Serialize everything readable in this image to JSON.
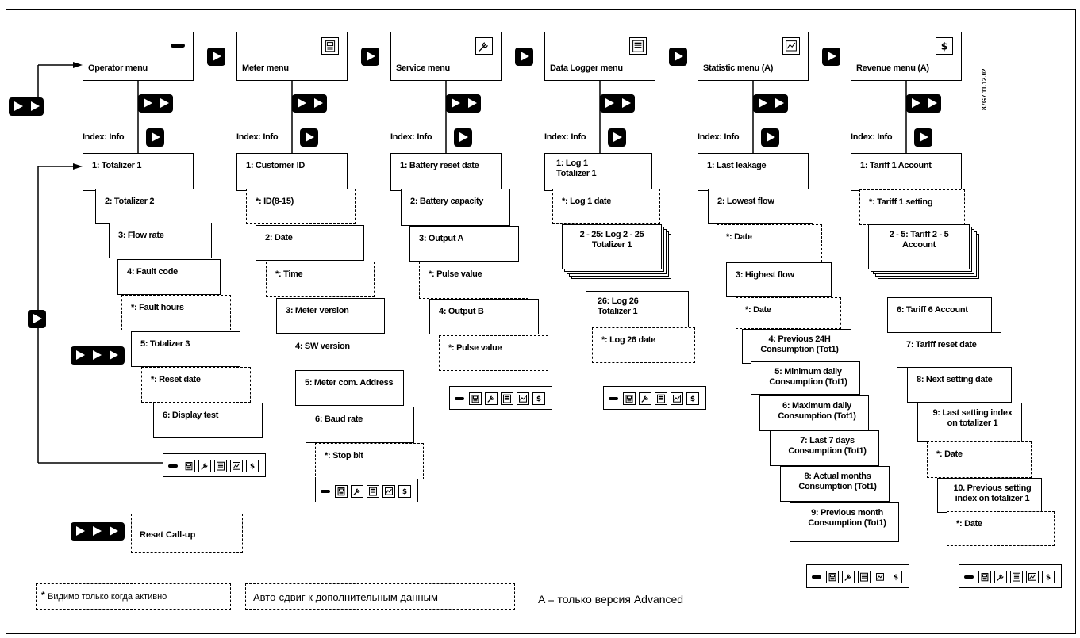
{
  "doc_code": "87G7.11.12.02",
  "menus": [
    {
      "title": "Operator menu",
      "icon": "battery-level-icon",
      "index_label": "Index: Info",
      "items": [
        {
          "text": "1: Totalizer 1",
          "style": "solid"
        },
        {
          "text": "2: Totalizer 2",
          "style": "solid"
        },
        {
          "text": "3: Flow rate",
          "style": "solid"
        },
        {
          "text": "4: Fault code",
          "style": "solid"
        },
        {
          "text": "*: Fault hours",
          "style": "dashed"
        },
        {
          "text": "5: Totalizer 3",
          "style": "solid"
        },
        {
          "text": "*: Reset date",
          "style": "dashed"
        },
        {
          "text": "6: Display test",
          "style": "solid"
        }
      ]
    },
    {
      "title": "Meter menu",
      "icon": "meter-icon",
      "index_label": "Index: Info",
      "items": [
        {
          "text": "1: Customer ID",
          "style": "solid"
        },
        {
          "text": "*: ID(8-15)",
          "style": "dashed"
        },
        {
          "text": "2: Date",
          "style": "solid"
        },
        {
          "text": "*: Time",
          "style": "dashed"
        },
        {
          "text": "3: Meter version",
          "style": "solid"
        },
        {
          "text": "4: SW version",
          "style": "solid"
        },
        {
          "text": "5: Meter com. Address",
          "style": "solid"
        },
        {
          "text": "6: Baud rate",
          "style": "solid"
        },
        {
          "text": "*: Stop bit",
          "style": "dashed"
        }
      ]
    },
    {
      "title": "Service menu",
      "icon": "wrench-icon",
      "index_label": "Index: Info",
      "items": [
        {
          "text": "1: Battery reset date",
          "style": "solid"
        },
        {
          "text": "2: Battery capacity",
          "style": "solid"
        },
        {
          "text": "3: Output A",
          "style": "solid"
        },
        {
          "text": "*: Pulse value",
          "style": "dashed"
        },
        {
          "text": "4: Output B",
          "style": "solid"
        },
        {
          "text": "*: Pulse value",
          "style": "dashed"
        }
      ]
    },
    {
      "title": "Data Logger menu",
      "icon": "logger-icon",
      "index_label": "Index: Info",
      "items": [
        {
          "text": "1: Log 1\nTotalizer 1",
          "style": "solid"
        },
        {
          "text": "*: Log 1 date",
          "style": "dashed"
        },
        {
          "text": "2 - 25: Log 2 - 25\nTotalizer 1",
          "style": "stack"
        },
        {
          "text": "26: Log 26\nTotalizer 1",
          "style": "solid"
        },
        {
          "text": "*: Log 26 date",
          "style": "dashed"
        }
      ]
    },
    {
      "title": "Statistic menu (A)",
      "icon": "statistic-chart-icon",
      "index_label": "Index: Info",
      "items": [
        {
          "text": "1: Last leakage",
          "style": "solid"
        },
        {
          "text": "2: Lowest flow",
          "style": "solid"
        },
        {
          "text": "*: Date",
          "style": "dashed"
        },
        {
          "text": "3: Highest flow",
          "style": "solid"
        },
        {
          "text": "*: Date",
          "style": "dashed"
        },
        {
          "text": "4: Previous 24H\nConsumption (Tot1)",
          "style": "solid"
        },
        {
          "text": "5: Minimum daily\nConsumption (Tot1)",
          "style": "solid"
        },
        {
          "text": "6: Maximum daily\nConsumption (Tot1)",
          "style": "solid"
        },
        {
          "text": "7: Last 7 days\nConsumption (Tot1)",
          "style": "solid"
        },
        {
          "text": "8: Actual months\nConsumption (Tot1)",
          "style": "solid"
        },
        {
          "text": "9: Previous month\nConsumption (Tot1)",
          "style": "solid"
        }
      ]
    },
    {
      "title": "Revenue menu (A)",
      "icon": "dollar-icon",
      "index_label": "Index: Info",
      "items": [
        {
          "text": "1: Tariff 1 Account",
          "style": "solid"
        },
        {
          "text": "*: Tariff 1 setting",
          "style": "dashed"
        },
        {
          "text": "2 - 5: Tariff 2 - 5\nAccount",
          "style": "stack"
        },
        {
          "text": "6: Tariff 6 Account",
          "style": "solid"
        },
        {
          "text": "7: Tariff reset date",
          "style": "solid"
        },
        {
          "text": "8: Next setting date",
          "style": "solid"
        },
        {
          "text": "9: Last setting index\non totalizer 1",
          "style": "solid"
        },
        {
          "text": "*: Date",
          "style": "dashed"
        },
        {
          "text": "10. Previous setting\nindex on totalizer 1",
          "style": "solid"
        },
        {
          "text": "*: Date",
          "style": "dashed"
        }
      ]
    }
  ],
  "reset_callup": "Reset Call-up",
  "legend": {
    "star_note": "Видимо только когда активно",
    "auto_scroll": "Авто-сдвиг к дополнительным данным",
    "advanced_note": "A = только версия Advanced"
  },
  "strip_icons": [
    "battery-icon",
    "meter-icon",
    "wrench-icon",
    "logger-icon",
    "chart-icon",
    "dollar-icon"
  ],
  "colors": {
    "line": "#000000",
    "background": "#ffffff"
  }
}
